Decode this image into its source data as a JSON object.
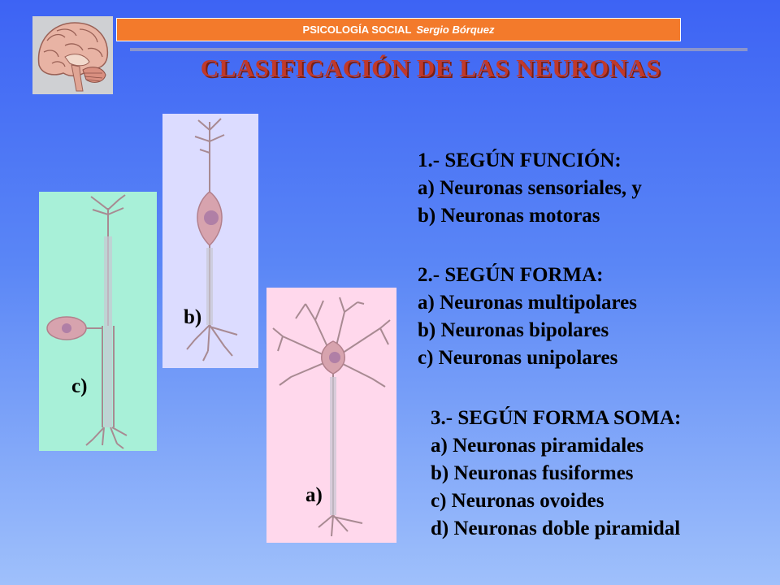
{
  "header": {
    "course": "PSICOLOGÍA SOCIAL",
    "author": "Sergio Bórquez"
  },
  "title": "CLASIFICACIÓN DE LAS NEURONAS",
  "colors": {
    "header_bar": "#f37a2b",
    "title": "#c0392b",
    "panel_unipolar": "#a8f0d8",
    "panel_bipolar": "#dcdcff",
    "panel_multipolar": "#ffd8ec",
    "neuron_body": "#d7a3ae",
    "neuron_nucleus": "#b07fa6"
  },
  "panels": {
    "unipolar_label": "c)",
    "bipolar_label": "b)",
    "multipolar_label": "a)"
  },
  "sections": [
    {
      "heading": "1.- SEGÚN FUNCIÓN:",
      "items": [
        "a) Neuronas sensoriales, y",
        "b) Neuronas motoras"
      ]
    },
    {
      "heading": "2.- SEGÚN FORMA:",
      "items": [
        "a) Neuronas multipolares",
        "b) Neuronas bipolares",
        "c) Neuronas unipolares"
      ]
    },
    {
      "heading": "3.- SEGÚN FORMA SOMA:",
      "items": [
        "a) Neuronas piramidales",
        "b) Neuronas fusiformes",
        "c) Neuronas ovoides",
        "d) Neuronas doble piramidal"
      ]
    }
  ]
}
